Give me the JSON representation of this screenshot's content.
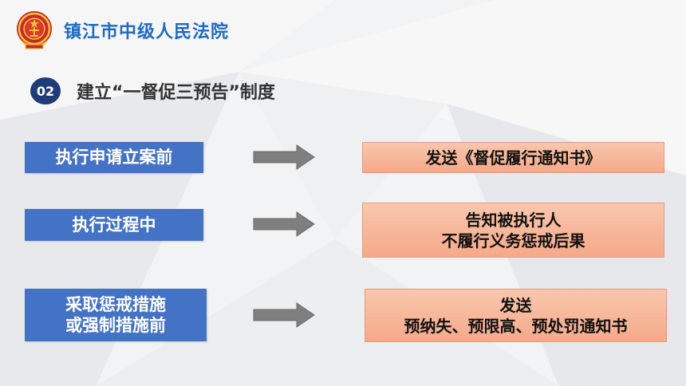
{
  "header": {
    "court_name": "镇江市中级人民法院"
  },
  "section": {
    "number": "02",
    "title": "建立“一督促三预告”制度"
  },
  "rows": [
    {
      "left_lines": [
        "执行申请立案前"
      ],
      "right_lines": [
        "发送《督促履行通知书》"
      ]
    },
    {
      "left_lines": [
        "执行过程中"
      ],
      "right_lines": [
        "告知被执行人",
        "不履行义务惩戒后果"
      ]
    },
    {
      "left_lines": [
        "采取惩戒措施",
        "或强制措施前"
      ],
      "right_lines": [
        "发送",
        "预纳失、预限高、预处罚通知书"
      ]
    }
  ],
  "colors": {
    "title_blue": "#1f6ac2",
    "left_box_blue": "#4472c4",
    "right_box_salmon": "#f7b79a",
    "badge_navy": "#1f3b78",
    "arrow_gray": "#7f7f7f"
  },
  "icons": {
    "emblem": "court-emblem-icon",
    "arrow": "right-arrow-icon"
  }
}
